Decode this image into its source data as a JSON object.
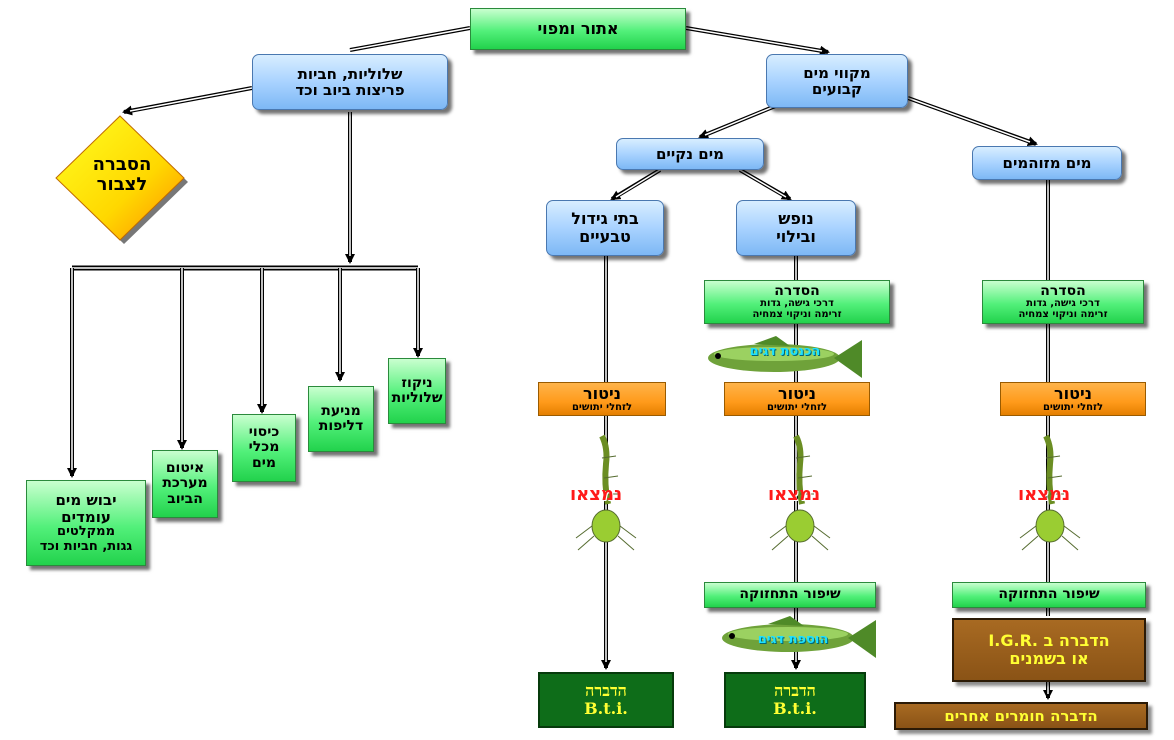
{
  "nodes": {
    "root": "אתור ומפוי",
    "snails_title": "שלוליות, חביות\nפריצות ביוב וכד",
    "standing_water": "מקווי מים\nקבועים",
    "public_explanation": "הסברה\nלצבור",
    "clean_water": "מים נקיים",
    "polluted_water": "מים מזוהמים",
    "natural_habitats": "בתי גידול\nטבעיים",
    "recreation": "נופש\nובילוי",
    "drainage_title": "הסדרה",
    "drainage_sub": "דרכי גישה, גדות\nזרימה וניקוי צמחיה",
    "fish_intro": "הכנסת דגים",
    "fish_add": "הוספת דגים",
    "monitor_title": "ניטור",
    "monitor_sub": "לזחלי יתושים",
    "found": "נמצאו",
    "maintenance": "שיפור התחזוקה",
    "bti_title": "הדברה",
    "bti_sub": "B.t.i.",
    "igr_line1": "הדברה  ב  .I.G.R",
    "igr_line2": "או בשמנים",
    "other_chems": "הדברה חומרים אחרים",
    "puddle_cleanup": "ניקוז\nשלוליות",
    "leak_prevention": "מניעת\nדליפות",
    "cover_containers": "כיסוי\nמכלי\nמים",
    "seal_sewage": "איטום\nמערכת\nהביוב",
    "dry_water_title": "יבוש מים\nעומדים",
    "dry_water_sub": "ממקלטים\nגגות, חביות וכד"
  }
}
